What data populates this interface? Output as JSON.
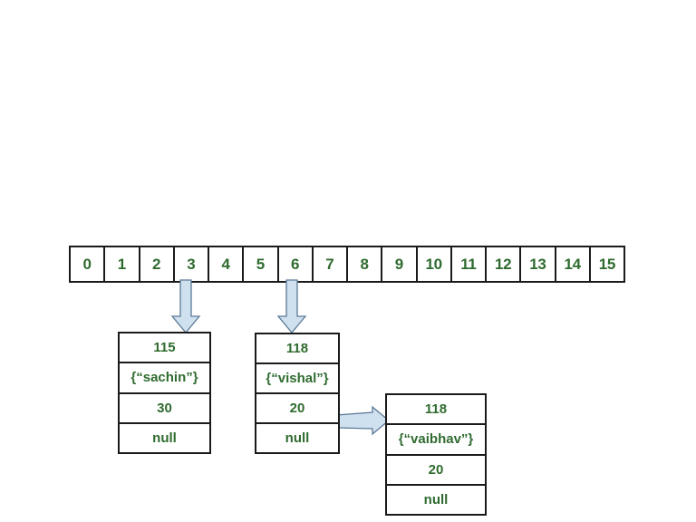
{
  "diagram": {
    "title": "HashMap bucket array with linked entry nodes",
    "background_color": "#ffffff",
    "text_color": "#2f6b2f",
    "border_color": "#1a1a1a",
    "arrow_fill": "#cfe0ef",
    "arrow_stroke": "#5b7a96"
  },
  "bucket_array": {
    "name": "hash-bucket-array",
    "indices": [
      "0",
      "1",
      "2",
      "3",
      "4",
      "5",
      "6",
      "7",
      "8",
      "9",
      "10",
      "11",
      "12",
      "13",
      "14",
      "15"
    ]
  },
  "nodes": [
    {
      "id": "node-sachin",
      "hash": "115",
      "key": "{“sachin”}",
      "value": "30",
      "next": "null"
    },
    {
      "id": "node-vishal",
      "hash": "118",
      "key": "{“vishal”}",
      "value": "20",
      "next": "null"
    },
    {
      "id": "node-vaibhav",
      "hash": "118",
      "key": "{“vaibhav”}",
      "value": "20",
      "next": "null"
    }
  ],
  "arrows": [
    {
      "name": "arrow-bucket3-to-sachin",
      "from": "bucket-3",
      "to": "node-sachin",
      "direction": "down"
    },
    {
      "name": "arrow-bucket6-to-vishal",
      "from": "bucket-6",
      "to": "node-vishal",
      "direction": "down"
    },
    {
      "name": "arrow-vishal-to-vaibhav",
      "from": "node-vishal",
      "to": "node-vaibhav",
      "direction": "right"
    }
  ]
}
